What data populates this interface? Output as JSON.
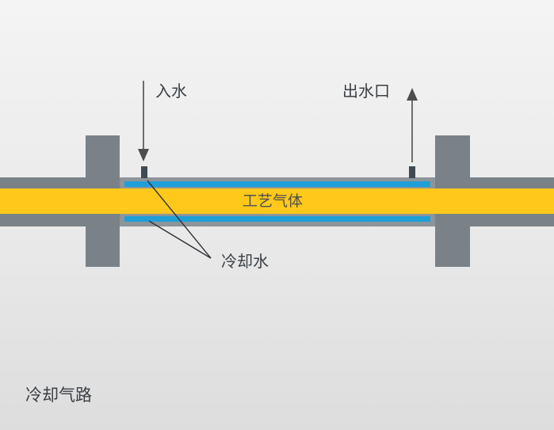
{
  "labels": {
    "water_inlet": "入水",
    "water_outlet": "出水口",
    "process_gas": "工艺气体",
    "cooling_water": "冷却水",
    "caption": "冷却气路"
  },
  "colors": {
    "flange": "#7a8288",
    "jacket": "#8e959a",
    "gas": "#ffc81a",
    "cooling_water": "#1e9fd8",
    "arrow": "#4d4d4d",
    "text": "#3a3f44"
  }
}
